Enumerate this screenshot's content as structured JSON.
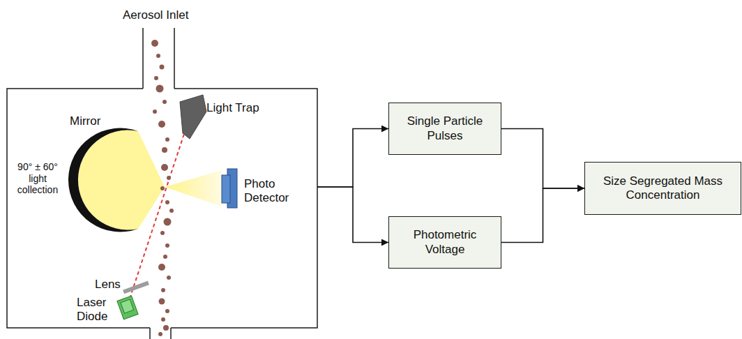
{
  "diagram": {
    "nodes": [
      {
        "text": [
          "Light Trap",
          "Mirror",
          "90° ± 60° light collection",
          "Photo Detector",
          "Lens",
          "Laser Diode"
        ]
      },
      {
        "text": [
          "Single Particle Pulses"
        ]
      },
      {
        "text": [
          "Photometric Voltage"
        ]
      },
      {
        "text": [
          "Size Segregated Mass Concentration"
        ]
      }
    ],
    "edges": [
      {
        "from": 0,
        "to": 1,
        "arrow": "to"
      },
      {
        "from": 0,
        "to": 2,
        "arrow": "to"
      },
      {
        "from": 1,
        "to": 3,
        "arrow": "to"
      },
      {
        "from": 2,
        "to": 3,
        "arrow": "to"
      }
    ],
    "labels": [
      "Aerosol Inlet"
    ]
  }
}
